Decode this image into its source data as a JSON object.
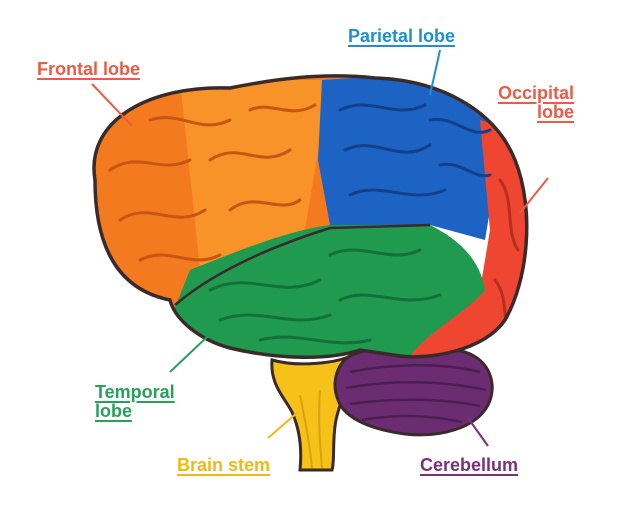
{
  "colors": {
    "frontal": "#f47a20",
    "parietal": "#1d63c4",
    "occipital": "#ef4632",
    "temporal": "#1f9a4e",
    "brain_stem": "#f6c219",
    "cerebellum": "#6b2c72",
    "outline": "#3a2a2a"
  },
  "labels": {
    "frontal": {
      "text": "Frontal lobe",
      "color": "#ef5a45"
    },
    "parietal": {
      "text": "Parietal lobe",
      "color": "#1f8fd3"
    },
    "occipital": {
      "line1": "Occipital",
      "line2": "lobe",
      "color": "#ef5a45"
    },
    "temporal": {
      "line1": "Temporal",
      "line2": "lobe",
      "color": "#27a05a"
    },
    "brain_stem": {
      "text": "Brain stem",
      "color": "#f4b812"
    },
    "cerebellum": {
      "text": "Cerebellum",
      "color": "#7a2f80"
    }
  }
}
